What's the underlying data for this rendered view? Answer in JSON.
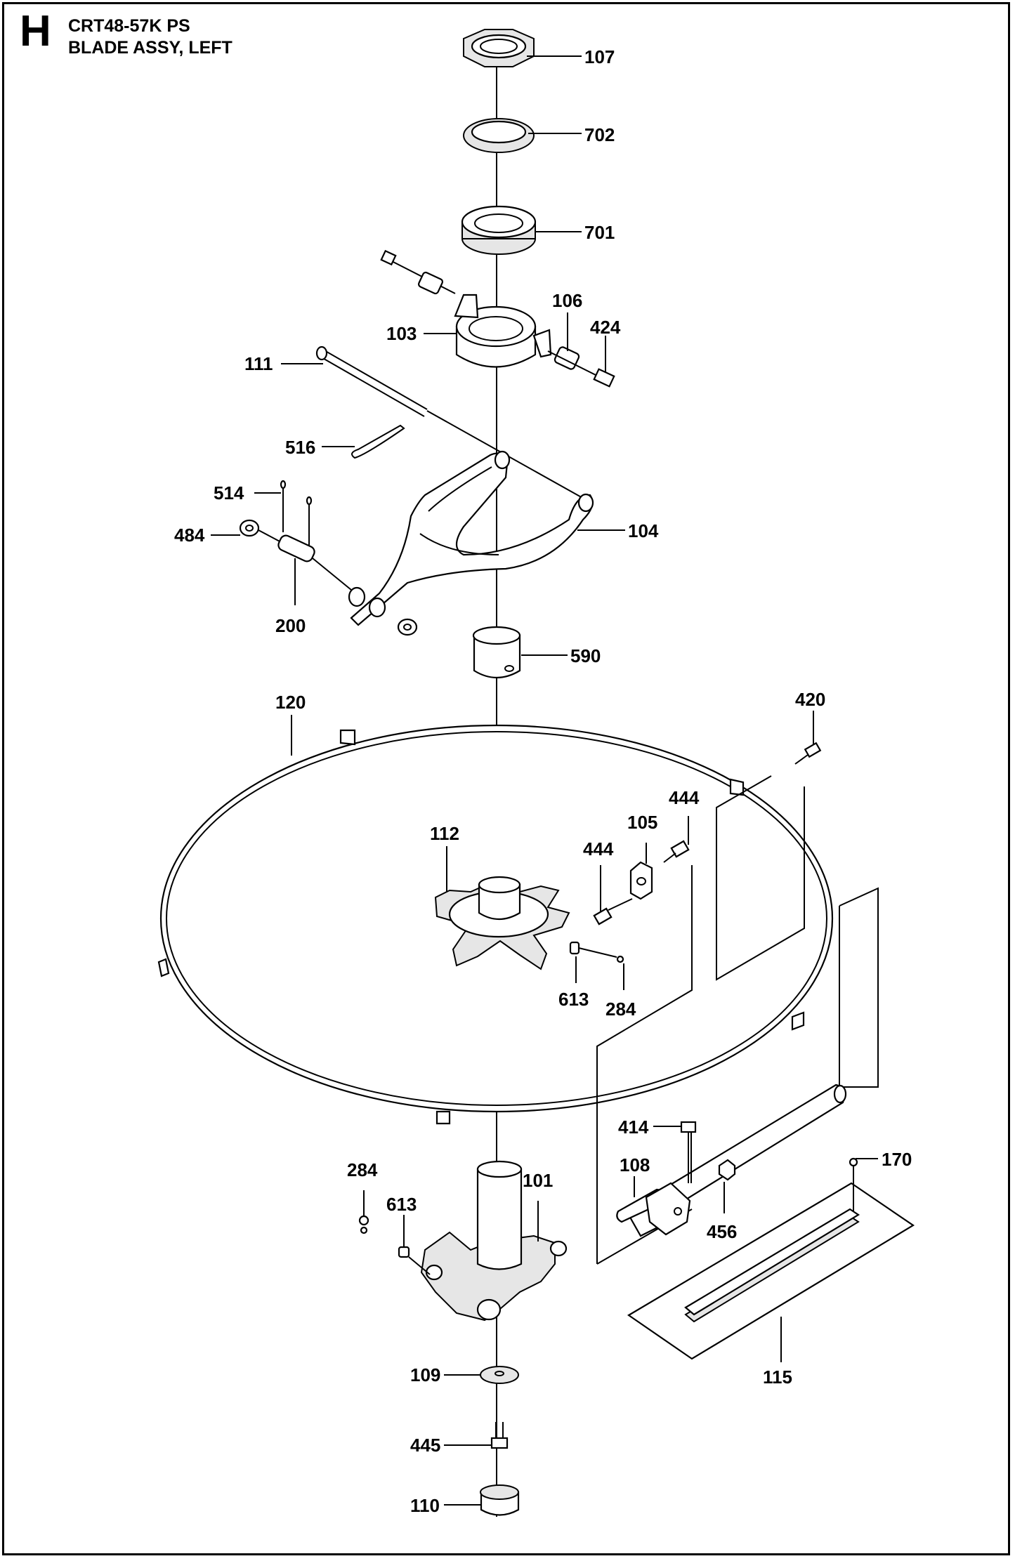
{
  "section_letter": "H",
  "model": "CRT48-57K PS",
  "title": "BLADE ASSY, LEFT",
  "callouts": {
    "p107": "107",
    "p702": "702",
    "p701": "701",
    "p106": "106",
    "p424": "424",
    "p103": "103",
    "p111": "111",
    "p516": "516",
    "p514": "514",
    "p104": "104",
    "p484": "484",
    "p200": "200",
    "p590": "590",
    "p120": "120",
    "p420": "420",
    "p444a": "444",
    "p105": "105",
    "p112": "112",
    "p444b": "444",
    "p613a": "613",
    "p284a": "284",
    "p414": "414",
    "p170": "170",
    "p108": "108",
    "p284b": "284",
    "p101": "101",
    "p613b": "613",
    "p456": "456",
    "p115": "115",
    "p109": "109",
    "p445": "445",
    "p110": "110"
  }
}
